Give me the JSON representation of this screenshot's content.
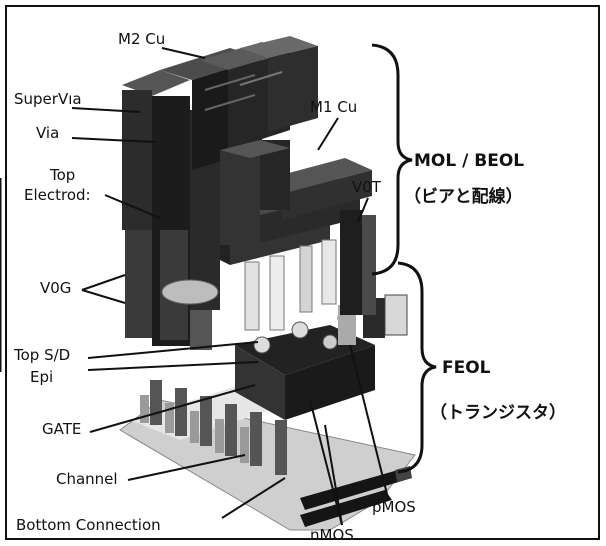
{
  "labels": {
    "m2_cu": "M2 Cu",
    "supervia": "SuperVıa",
    "via": "Via",
    "top_electrode_line1": "Top",
    "top_electrode_line2": "Electrod:",
    "m1_cu": "M1 Cu",
    "v0t": "V0T",
    "v0g": "V0G",
    "top_sd_line1": "Top S/D",
    "top_sd_line2": "Epi",
    "gate": "GATE",
    "channel": "Channel",
    "bottom_connection": "Bottom Connection",
    "nmos": "nMOS",
    "pmos": "pMOS"
  },
  "categories": {
    "mol_beol": "MOL / BEOL",
    "mol_beol_sub": "（ビアと配線）",
    "feol": "FEOL",
    "feol_sub": "（トランジスタ）"
  }
}
